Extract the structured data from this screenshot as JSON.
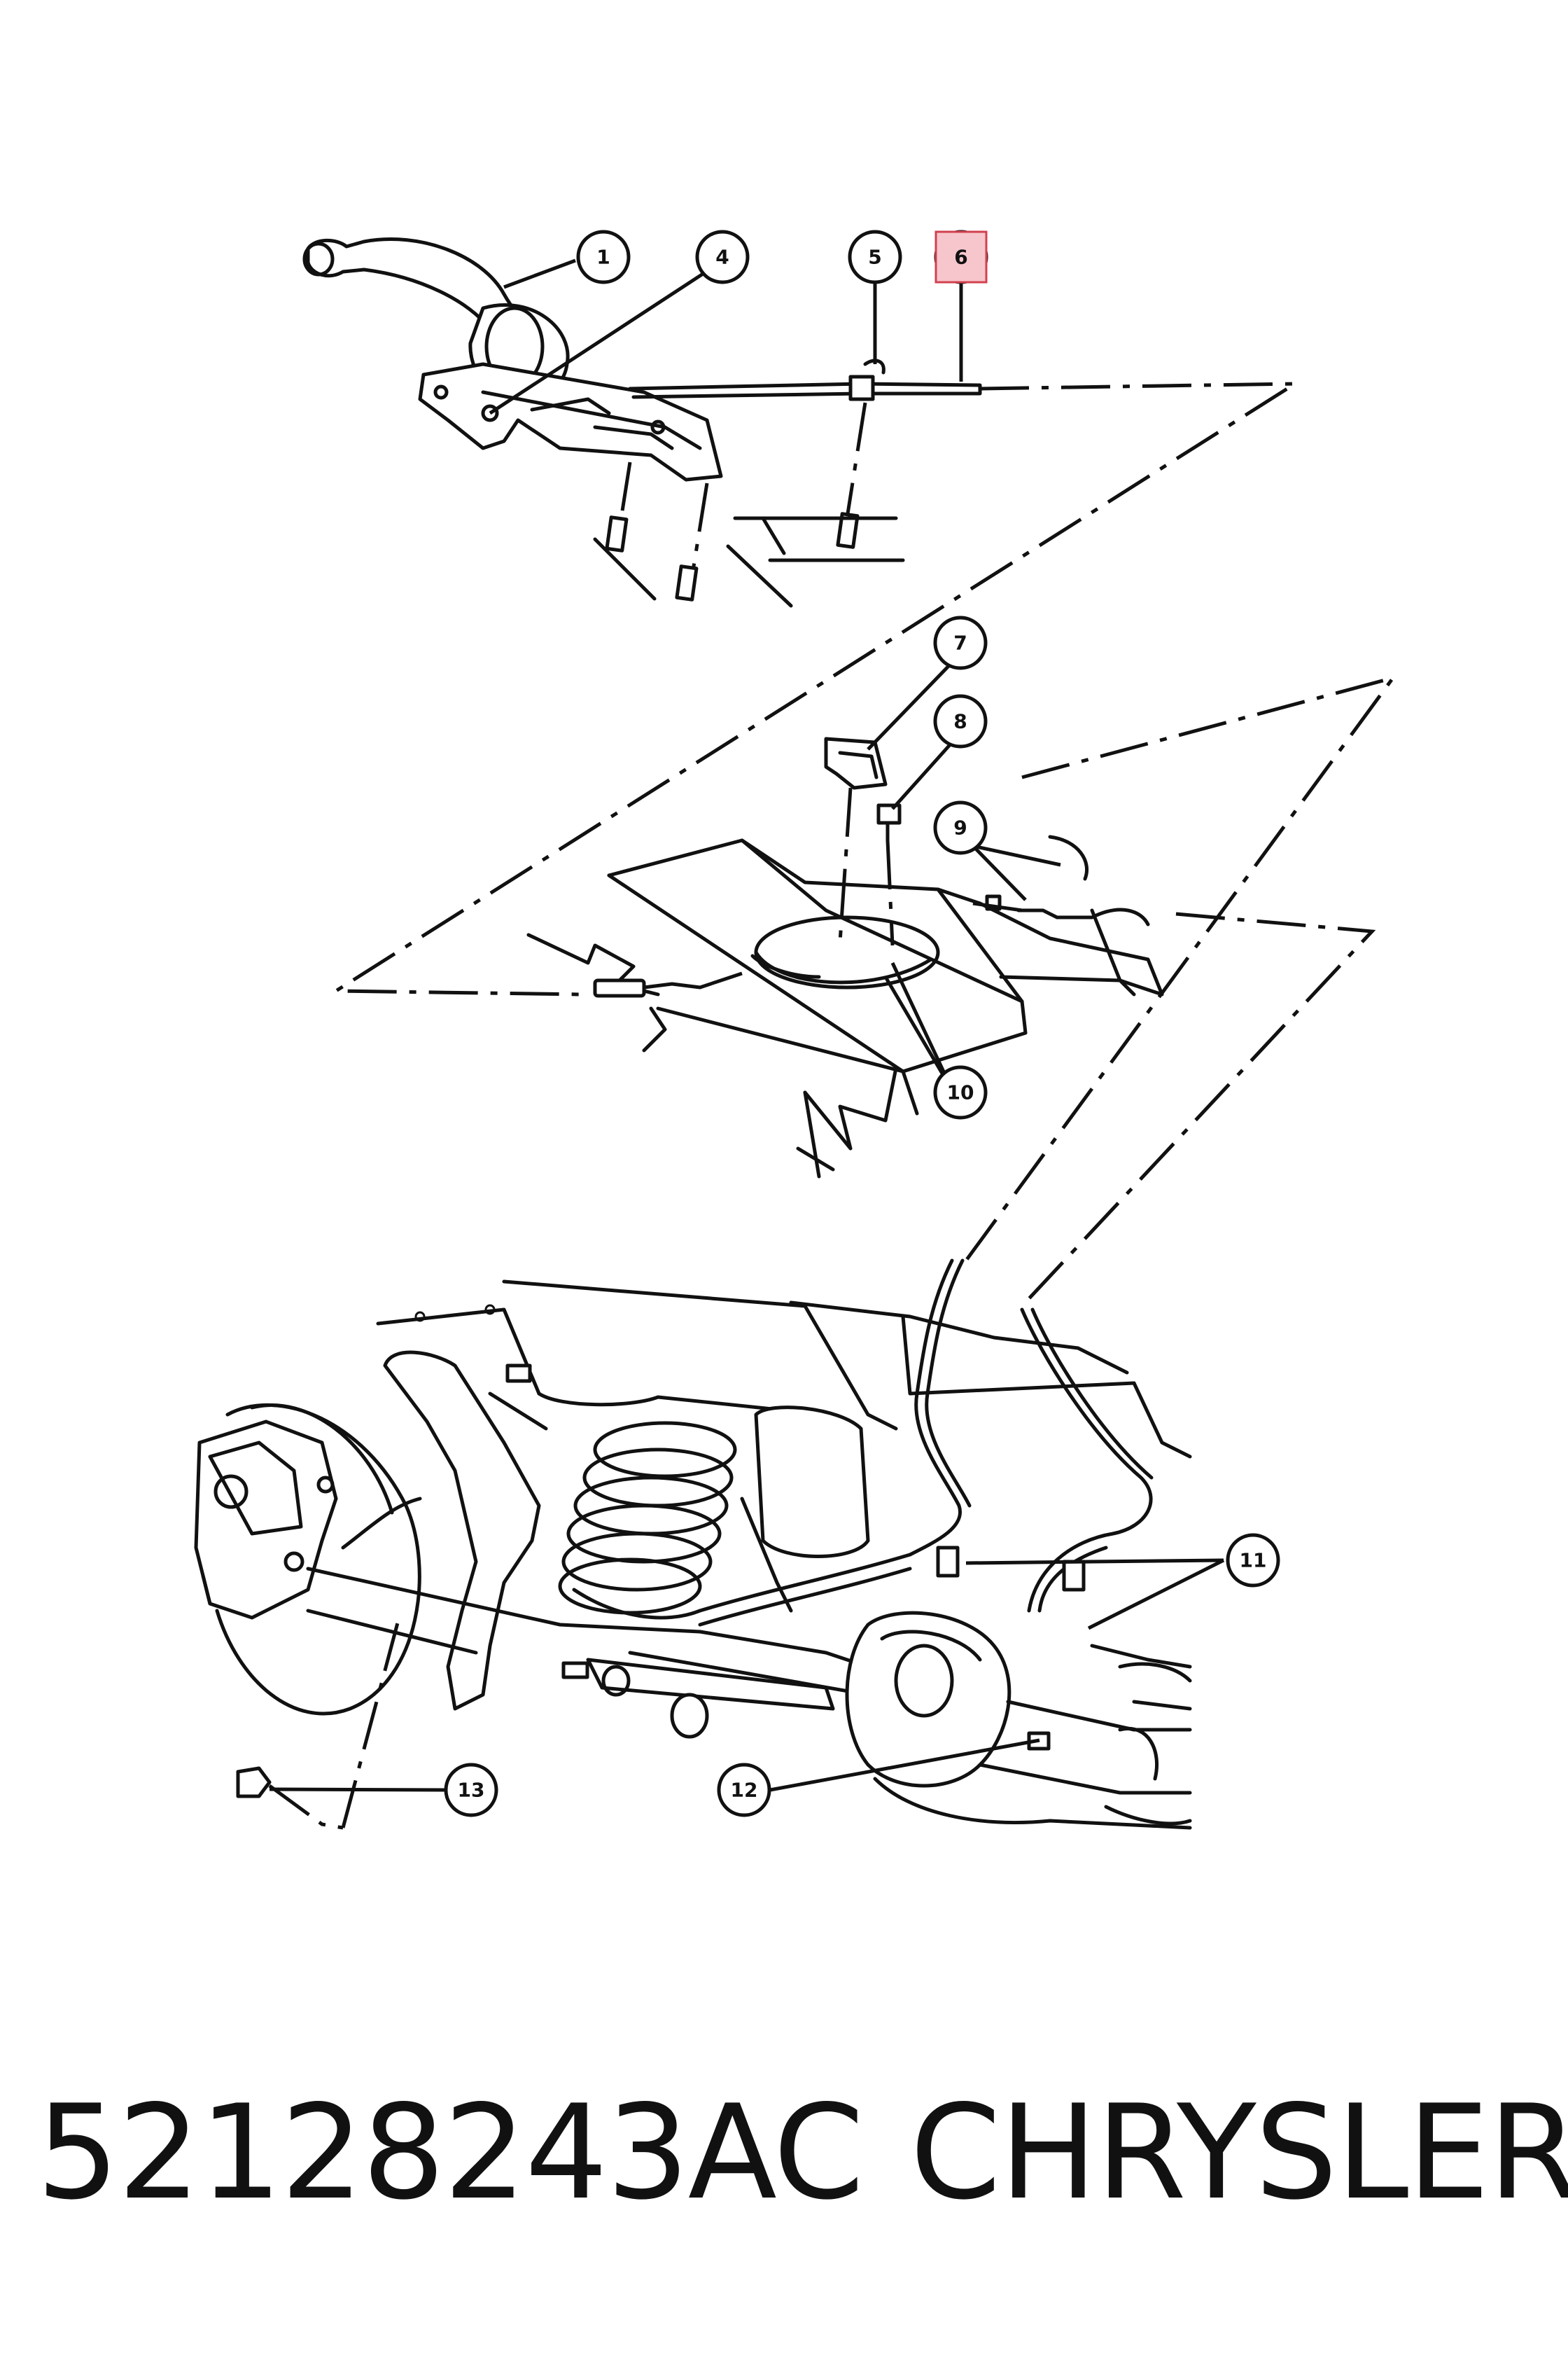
{
  "callouts": {
    "c1": "1",
    "c2": "4",
    "c3": "5",
    "c4": "6",
    "c5": "7",
    "c6": "8",
    "c7": "9",
    "c8": "10",
    "c9": "11",
    "c10": "12",
    "c11": "13"
  },
  "highlighted_callout": "6",
  "colors": {
    "line": "#111111",
    "highlight_fill": "#f6c6cc",
    "highlight_stroke": "#d2414f",
    "background": "#ffffff"
  },
  "footer": {
    "part_number": "52128243AC",
    "brand": "CHRYSLER"
  }
}
